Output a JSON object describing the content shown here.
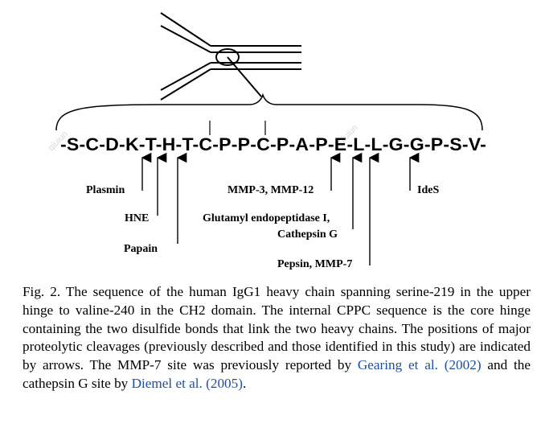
{
  "figure": {
    "sequence": "-S-C-D-K-T-H-T-C-P-P-C-P-A-P-E-L-L-G-G-P-S-V-",
    "cleavage_labels": {
      "plasmin": "Plasmin",
      "hne": "HNE",
      "papain": "Papain",
      "mmp3_mmp12": "MMP-3, MMP-12",
      "glutamyl_line1": "Glutamyl endopeptidase I,",
      "glutamyl_line2": "Cathepsin G",
      "pepsin_mmp7": "Pepsin, MMP-7",
      "ides": "IdeS"
    },
    "watermark": "qiuiun"
  },
  "caption": {
    "text_1": "Fig. 2. The sequence of the human IgG1 heavy chain spanning serine-219 in the upper hinge to valine-240 in the CH2 domain. The internal CPPC sequence is the core hinge containing the two disulfide bonds that link the two heavy chains. The positions of major proteolytic cleavages (previously described and those identified in this study) are indicated by arrows. The MMP-7 site was previously reported by ",
    "ref_1": "Gearing et al. (2002)",
    "text_2": " and the cathepsin G site by ",
    "ref_2": "Diemel et al. (2005)",
    "text_3": "."
  }
}
